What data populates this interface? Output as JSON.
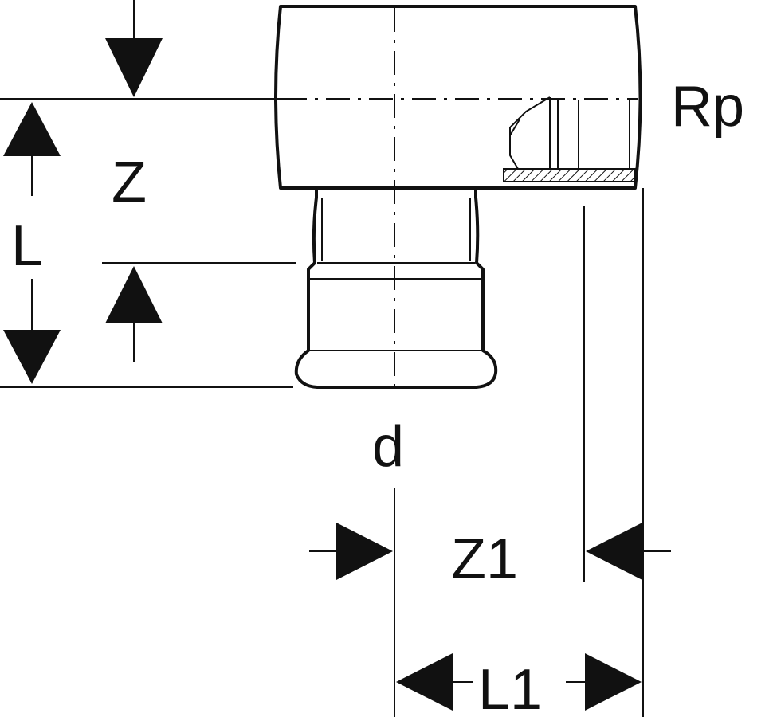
{
  "labels": {
    "z": "Z",
    "l": "L",
    "rp": "Rp",
    "d": "d",
    "z1": "Z1",
    "l1": "L1"
  },
  "colors": {
    "line": "#111111",
    "background": "#ffffff"
  }
}
